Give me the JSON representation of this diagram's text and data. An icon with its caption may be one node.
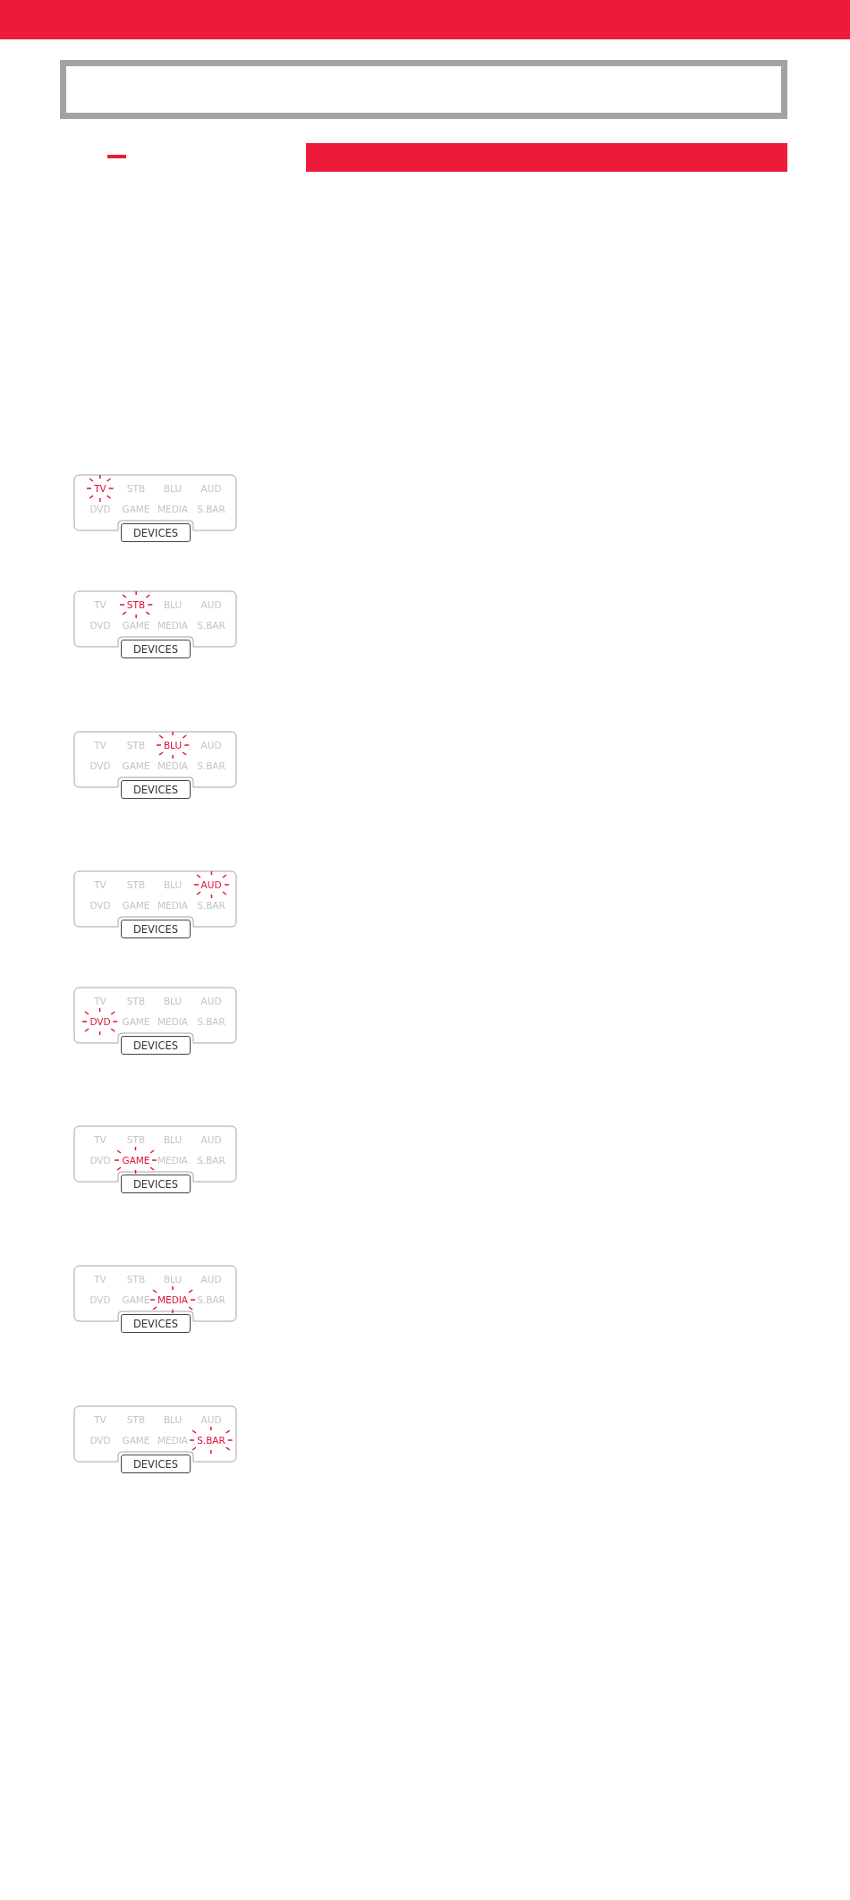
{
  "diagram": {
    "nodes": [
      {
        "text": [],
        "shape": "bar"
      },
      {
        "text": [
          "TV",
          "STB",
          "BLU",
          "AUD",
          "DVD",
          "GAME",
          "MEDIA",
          "S.BAR"
        ]
      },
      {
        "text": [
          "DEVICES"
        ]
      },
      {
        "text": [
          "TV",
          "STB",
          "BLU",
          "AUD",
          "DVD",
          "GAME",
          "MEDIA",
          "S.BAR"
        ]
      },
      {
        "text": [
          "DEVICES"
        ]
      },
      {
        "text": [
          "TV",
          "STB",
          "BLU",
          "AUD",
          "DVD",
          "GAME",
          "MEDIA",
          "S.BAR"
        ]
      },
      {
        "text": [
          "DEVICES"
        ]
      },
      {
        "text": [
          "TV",
          "STB",
          "BLU",
          "AUD",
          "DVD",
          "GAME",
          "MEDIA",
          "S.BAR"
        ]
      },
      {
        "text": [
          "DEVICES"
        ]
      },
      {
        "text": [
          "TV",
          "STB",
          "BLU",
          "AUD",
          "DVD",
          "GAME",
          "MEDIA",
          "S.BAR"
        ]
      },
      {
        "text": [
          "DEVICES"
        ]
      },
      {
        "text": [
          "TV",
          "STB",
          "BLU",
          "AUD",
          "DVD",
          "GAME",
          "MEDIA",
          "S.BAR"
        ]
      },
      {
        "text": [
          "DEVICES"
        ]
      },
      {
        "text": [
          "TV",
          "STB",
          "BLU",
          "AUD",
          "DVD",
          "GAME",
          "MEDIA",
          "S.BAR"
        ]
      },
      {
        "text": [
          "DEVICES"
        ]
      },
      {
        "text": [
          "TV",
          "STB",
          "BLU",
          "AUD",
          "DVD",
          "GAME",
          "MEDIA",
          "S.BAR"
        ]
      },
      {
        "text": [
          "DEVICES"
        ]
      }
    ]
  }
}
